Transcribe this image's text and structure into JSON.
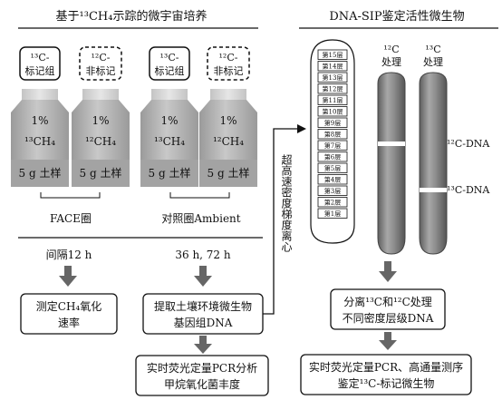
{
  "left_panel": {
    "title": "基于¹³CH₄示踪的微宇宙培养",
    "label_13c": [
      "¹³C-",
      "标记组"
    ],
    "label_12c": [
      "¹²C-",
      "非标记"
    ],
    "bottles": [
      {
        "pct": "1%",
        "gas": "¹³CH₄",
        "soil": "5 g 土样"
      },
      {
        "pct": "1%",
        "gas": "¹²CH₄",
        "soil": "5 g 土样"
      },
      {
        "pct": "1%",
        "gas": "¹³CH₄",
        "soil": "5 g 土样"
      },
      {
        "pct": "1%",
        "gas": "¹²CH₄",
        "soil": "5 g 土样"
      }
    ],
    "group_face": "FACE圈",
    "group_ambient": "对照圈Ambient",
    "interval_left": "间隔12 h",
    "interval_right": "36 h, 72 h",
    "box_oxidation": [
      "测定CH₄氧化",
      "速率"
    ],
    "box_extract": [
      "提取土壤环境微生物",
      "基因组DNA"
    ],
    "box_pcr": [
      "实时荧光定量PCR分析",
      "甲烷氧化菌丰度"
    ],
    "centrifuge_label": "超高速密度梯度离心"
  },
  "right_panel": {
    "title": "DNA-SIP鉴定活性微生物",
    "layers": [
      "第15层",
      "第14层",
      "第13层",
      "第12层",
      "第11层",
      "第10层",
      "第9层",
      "第8层",
      "第7层",
      "第6层",
      "第5层",
      "第4层",
      "第3层",
      "第2层",
      "第1层"
    ],
    "tube_12c_label": [
      "¹²C",
      "处理"
    ],
    "tube_13c_label": [
      "¹³C",
      "处理"
    ],
    "band_12c": "¹²C-DNA",
    "band_13c": "¹³C-DNA",
    "box_separate": [
      "分离¹³C和¹²C处理",
      "不同密度层级DNA"
    ],
    "box_final": [
      "实时荧光定量PCR、高通量测序",
      "鉴定¹³C-标记微生物"
    ]
  },
  "colors": {
    "bottle_top": "#d9d9d9",
    "bottle_body": "#b3b3b3",
    "tube_dark": "#7a7a7a",
    "arrow": "#666666",
    "line": "#111111"
  }
}
